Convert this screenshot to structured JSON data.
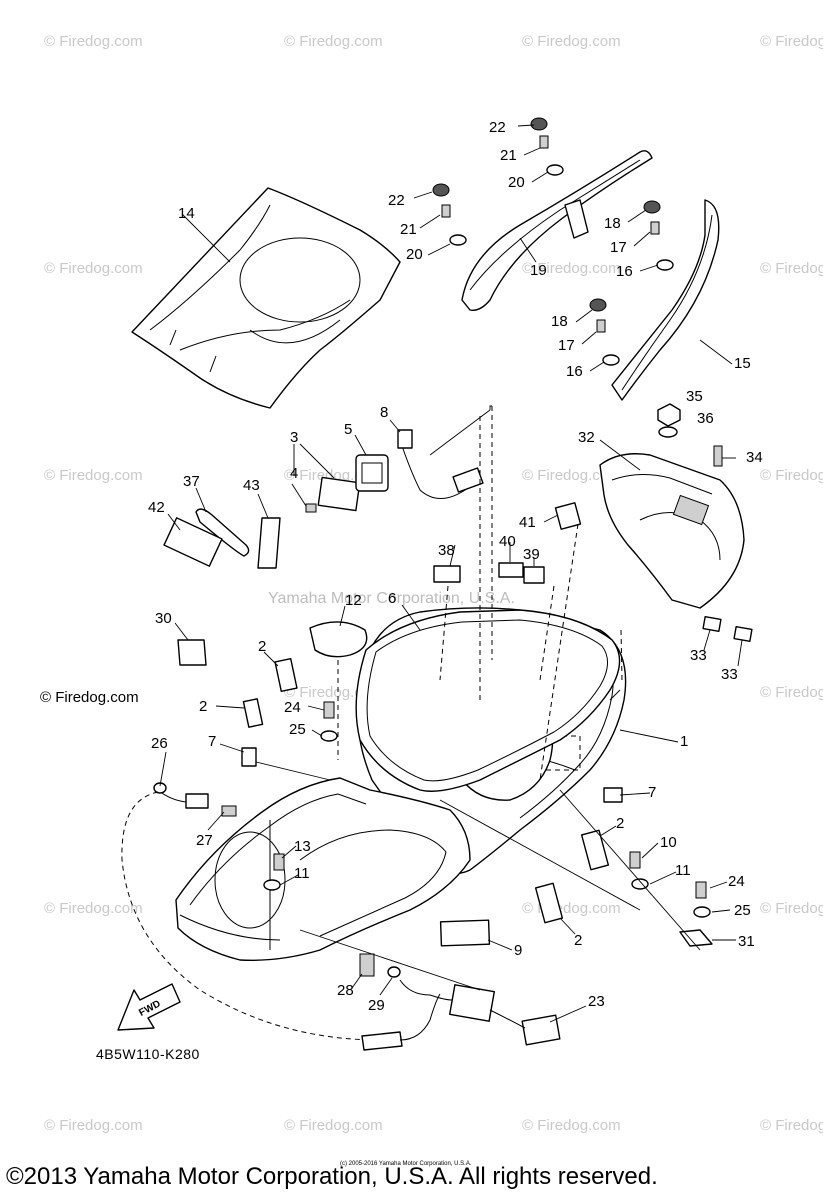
{
  "watermark": {
    "text": "© Firedog.com",
    "center_text": "Yamaha Motor Corporation, U.S.A."
  },
  "diagram_code": "4B5W110-K280",
  "fwd_label": "FWD",
  "small_print": "(c) 2005-2016 Yamaha Motor Corporation, U.S.A.",
  "copyright": "©2013 Yamaha Motor Corporation, U.S.A. All rights reserved.",
  "callouts": {
    "c1": "1",
    "c2a": "2",
    "c2b": "2",
    "c2c": "2",
    "c2d": "2",
    "c3": "3",
    "c4": "4",
    "c5": "5",
    "c6": "6",
    "c7a": "7",
    "c7b": "7",
    "c8": "8",
    "c9": "9",
    "c10": "10",
    "c11a": "11",
    "c11b": "11",
    "c12": "12",
    "c13": "13",
    "c14": "14",
    "c15": "15",
    "c16a": "16",
    "c16b": "16",
    "c17a": "17",
    "c17b": "17",
    "c18a": "18",
    "c18b": "18",
    "c19": "19",
    "c20a": "20",
    "c20b": "20",
    "c21a": "21",
    "c21b": "21",
    "c22a": "22",
    "c22b": "22",
    "c23": "23",
    "c24a": "24",
    "c24b": "24",
    "c25a": "25",
    "c25b": "25",
    "c26": "26",
    "c27": "27",
    "c28": "28",
    "c29": "29",
    "c30": "30",
    "c31": "31",
    "c32": "32",
    "c33a": "33",
    "c33b": "33",
    "c34": "34",
    "c35": "35",
    "c36": "36",
    "c37": "37",
    "c38": "38",
    "c39": "39",
    "c40": "40",
    "c41": "41",
    "c42": "42",
    "c43": "43"
  }
}
